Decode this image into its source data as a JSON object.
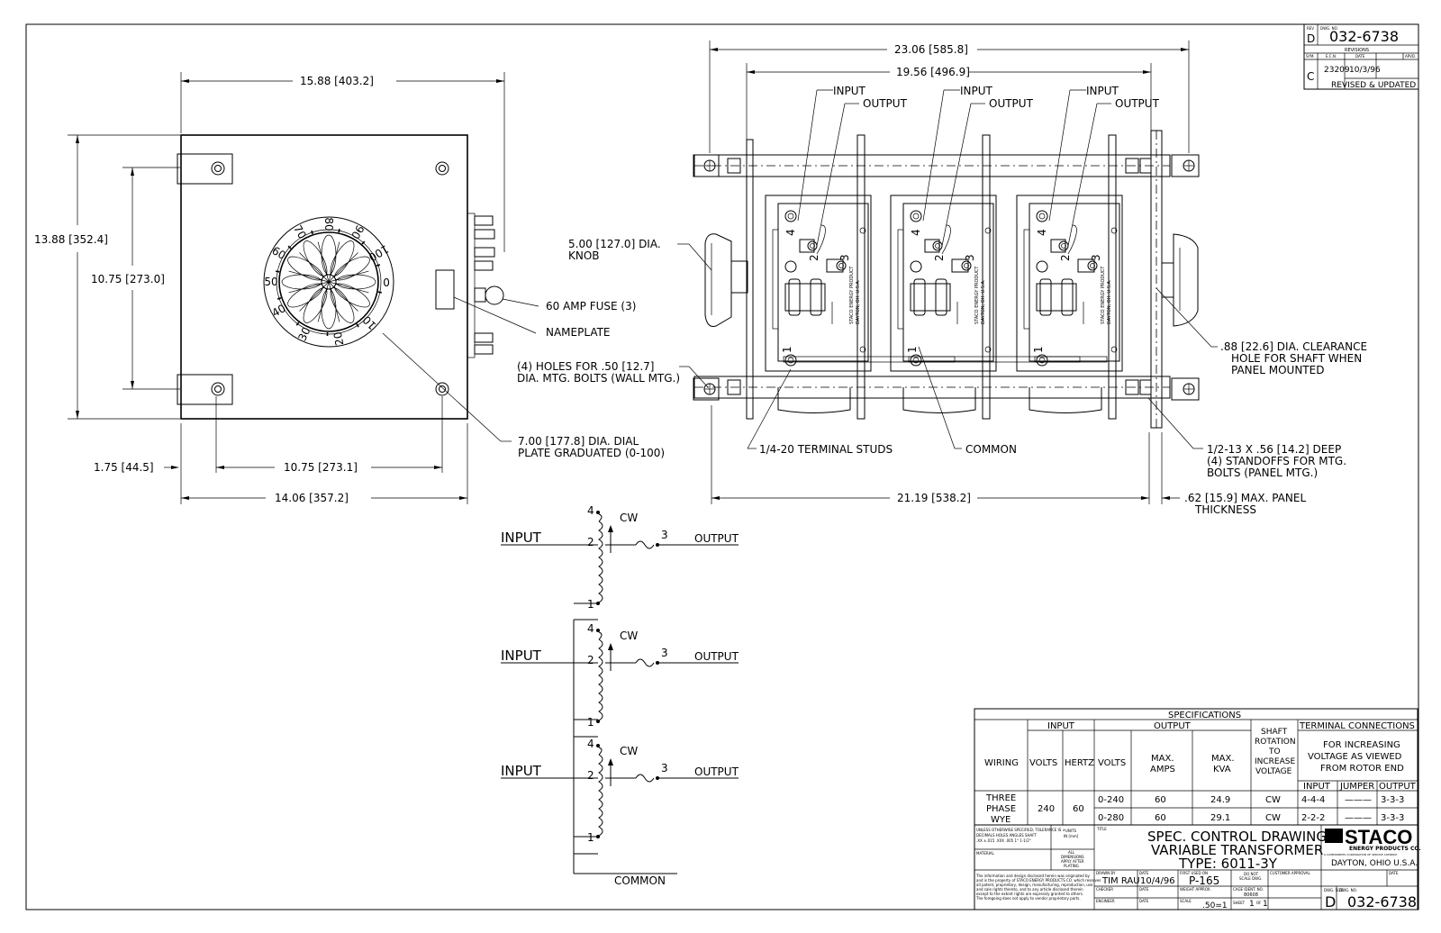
{
  "drawing_number": "032-6738",
  "revision_letter": "D",
  "revisions": {
    "header": "REVISIONS",
    "col_sym": "SYM.",
    "col_ecn": "E.C.N.",
    "col_date": "DATE",
    "col_appd": "APVD.",
    "sym": "C",
    "ecn": "23209",
    "date": "10/3/96",
    "desc": "REVISED & UPDATED",
    "rev_label": "REV",
    "dwg_label": "DWG. NO."
  },
  "front_view": {
    "dim_width_top": "15.88 [403.2]",
    "dim_height": "13.88 [352.4]",
    "dim_hole_spacing_v": "10.75 [273.0]",
    "dim_edge": "1.75 [44.5]",
    "dim_hole_spacing_h": "10.75 [273.1]",
    "dim_width_bottom": "14.06 [357.2]",
    "dial_numbers": [
      "0",
      "10",
      "20",
      "30",
      "40",
      "50",
      "60",
      "70",
      "80",
      "90",
      "100"
    ],
    "label_fuse": "60 AMP FUSE (3)",
    "label_nameplate": "NAMEPLATE",
    "label_holes_1": "(4) HOLES FOR .50 [12.7]",
    "label_holes_2": "DIA. MTG. BOLTS (WALL MTG.)",
    "label_dial_1": "7.00 [177.8] DIA. DIAL",
    "label_dial_2": "PLATE GRADUATED (0-100)"
  },
  "side_view": {
    "dim_overall": "23.06 [585.8]",
    "dim_inner": "19.56 [496.9]",
    "dim_bottom": "21.19 [538.2]",
    "label_input": "INPUT",
    "label_output": "OUTPUT",
    "label_knob_1": "5.00 [127.0] DIA.",
    "label_knob_2": "KNOB",
    "label_clearance_1": ".88 [22.6] DIA. CLEARANCE",
    "label_clearance_2": "HOLE FOR SHAFT WHEN",
    "label_clearance_3": "PANEL MOUNTED",
    "label_studs": "1/4-20 TERMINAL STUDS",
    "label_common": "COMMON",
    "label_standoff_1": "1/2-13 X .56 [14.2] DEEP",
    "label_standoff_2": "(4) STANDOFFS FOR MTG.",
    "label_standoff_3": "BOLTS (PANEL MTG.)",
    "label_panel_1": ".62 [15.9] MAX. PANEL",
    "label_panel_2": "THICKNESS",
    "unit_label_1": "STACO ENERGY PRODUCT",
    "unit_label_2": "DAYTON, OH. U.S.A.",
    "terminal_labels": [
      "4",
      "2",
      "3",
      "1"
    ]
  },
  "schematic": {
    "label_input": "INPUT",
    "label_output": "OUTPUT",
    "label_cw": "CW",
    "label_common": "COMMON",
    "terminal_labels": [
      "4",
      "2",
      "3",
      "1"
    ]
  },
  "spec_table": {
    "title": "SPECIFICATIONS",
    "h_input": "INPUT",
    "h_output": "OUTPUT",
    "h_shaft": [
      "SHAFT",
      "ROTATION",
      "TO",
      "INCREASE",
      "VOLTAGE"
    ],
    "h_terminal": "TERMINAL CONNECTIONS",
    "h_terminal_sub": [
      "FOR INCREASING",
      "VOLTAGE AS VIEWED",
      "FROM ROTOR END"
    ],
    "h_wiring": "WIRING",
    "h_volts": "VOLTS",
    "h_hertz": "HERTZ",
    "h_out_volts": "VOLTS",
    "h_max_amps": [
      "MAX.",
      "AMPS"
    ],
    "h_max_kva": [
      "MAX.",
      "KVA"
    ],
    "h_t_input": "INPUT",
    "h_t_jumper": "JUMPER",
    "h_t_output": "OUTPUT",
    "wiring": [
      "THREE",
      "PHASE",
      "WYE"
    ],
    "in_volts": "240",
    "in_hertz": "60",
    "rows": [
      {
        "volts": "0-240",
        "amps": "60",
        "kva": "24.9",
        "rotation": "CW",
        "t_input": "4-4-4",
        "t_jumper": "———",
        "t_output": "3-3-3"
      },
      {
        "volts": "0-280",
        "amps": "60",
        "kva": "29.1",
        "rotation": "CW",
        "t_input": "2-2-2",
        "t_jumper": "———",
        "t_output": "3-3-3"
      }
    ]
  },
  "title_block": {
    "tolerance_1": "UNLESS OTHERWISE SPECIFIED, TOLERANCE IS ±",
    "tolerance_2": "DECIMALS    HOLES    ANGLES    SHAFT",
    "tolerance_3": ".XX  ±.015  .XXX  .005    1°    1-1/2°",
    "units_1": "UNITS",
    "units_2": "IN [mm]",
    "material_label": "MATERIAL",
    "all_dims_1": "ALL",
    "all_dims_2": "DIMENSIONS",
    "all_dims_3": "APPLY AFTER",
    "all_dims_4": "PLATING",
    "title_label": "TITLE",
    "title_line_1": "SPEC. CONTROL DRAWING",
    "title_line_2": "VARIABLE TRANSFORMER",
    "title_line_3": "TYPE: 6011-3Y",
    "company_name": "STACO",
    "company_sub": "ENERGY PRODUCTS CO.",
    "company_tag": "A COMPONENTS CORPORATION OF SERVICE COMPANY",
    "company_city": "DAYTON, OHIO U.S.A.",
    "disclaimer_1": "The information and design disclosed herein was originated by",
    "disclaimer_2": "and is the property of STACO ENERGY PRODUCTS CO. which reserves",
    "disclaimer_3": "all patent, proprietary, design, manufacturing, reproduction, use",
    "disclaimer_4": "and sale rights thereto, and to any article disclosed therein",
    "disclaimer_5": "except to the extent rights are expressly granted to others.",
    "disclaimer_6": "The foregoing does not apply to vendor proprietary parts.",
    "drawn_by_label": "DRAWN BY",
    "drawn_by": "TIM RAU",
    "date_label": "DATE",
    "date": "10/4/96",
    "first_used_label": "FIRST USED ON",
    "first_used": "P-165",
    "no_scale_1": "DO NOT",
    "no_scale_2": "SCALE DWG.",
    "customer_label": "CUSTOMER APPROVAL",
    "checker_label": "CHECKER",
    "weight_label": "WEIGHT APPROX.",
    "cage_label": "CAGE IDENT. NO.",
    "cage": "80608",
    "engineer_label": "ENGINEER",
    "scale_label": "SCALE",
    "scale": ".50=1",
    "sheet_label": "SHEET",
    "sheet_num": "1",
    "sheet_of": "OF",
    "sheet_total": "1",
    "size_label": "DWG. SIZE",
    "size": "D",
    "dwg_no_label": "DWG. NO.",
    "dwg_no": "032-6738"
  }
}
